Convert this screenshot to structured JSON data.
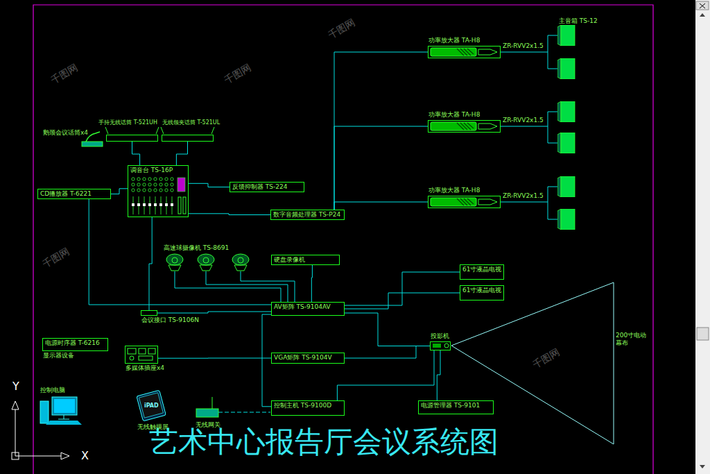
{
  "diagram": {
    "title": "艺术中心报告厅会议系统图",
    "nodes": [
      {
        "text": [
          "手持无线话筒 T-521UH"
        ]
      },
      {
        "text": [
          "无线领夹话筒 T-521UL"
        ]
      },
      {
        "text": [
          "调音台 TS-16P"
        ]
      },
      {
        "text": [
          "CD播放器 T-6221"
        ]
      },
      {
        "text": [
          "反馈抑制器 TS-224"
        ]
      },
      {
        "text": [
          "数字音频处理器 TS-P24"
        ]
      },
      {
        "text": [
          "功率放大器 TA-H8"
        ]
      },
      {
        "text": [
          "功率放大器 TA-H8"
        ]
      },
      {
        "text": [
          "功率放大器 TA-H8"
        ]
      },
      {
        "text": [
          "硬盘录像机"
        ]
      },
      {
        "text": [
          "61寸液晶电视"
        ]
      },
      {
        "text": [
          "61寸液晶电视"
        ]
      },
      {
        "text": [
          "AV矩阵 TS-9104AV"
        ]
      },
      {
        "text": [
          "会议接口 TS-9106N"
        ]
      },
      {
        "text": [
          "电源时序器 T-6216",
          "显示器设备"
        ]
      },
      {
        "text": [
          "多媒体插座x4"
        ]
      },
      {
        "text": [
          "投影机"
        ]
      },
      {
        "text": [
          "VGA矩阵 TS-9104V"
        ]
      },
      {
        "text": [
          "控制主机 TS-9100D"
        ]
      },
      {
        "text": [
          "电源管理器 TS-9101"
        ]
      }
    ],
    "edges": [
      {
        "from": 0,
        "to": 2,
        "arrow": "none"
      },
      {
        "from": 1,
        "to": 2,
        "arrow": "none"
      },
      {
        "from": 3,
        "to": 2,
        "arrow": "none"
      },
      {
        "from": 2,
        "to": 4,
        "arrow": "none"
      },
      {
        "from": 2,
        "to": 5,
        "arrow": "none"
      },
      {
        "from": 5,
        "to": 6,
        "arrow": "none"
      },
      {
        "from": 5,
        "to": 7,
        "arrow": "none"
      },
      {
        "from": 5,
        "to": 8,
        "arrow": "none"
      },
      {
        "from": 9,
        "to": 12,
        "arrow": "none"
      },
      {
        "from": 12,
        "to": 10,
        "arrow": "none"
      },
      {
        "from": 12,
        "to": 11,
        "arrow": "none"
      },
      {
        "from": 12,
        "to": 16,
        "arrow": "none"
      },
      {
        "from": 17,
        "to": 16,
        "arrow": "none"
      },
      {
        "from": 13,
        "to": 12,
        "arrow": "none"
      },
      {
        "from": 2,
        "to": 13,
        "arrow": "none"
      },
      {
        "from": 3,
        "to": 12,
        "arrow": "none"
      },
      {
        "from": 15,
        "to": 17,
        "arrow": "none"
      },
      {
        "from": 19,
        "to": 16,
        "arrow": "none"
      },
      {
        "from": 12,
        "to": 18,
        "arrow": "none"
      },
      {
        "from": 18,
        "to": 16,
        "arrow": "none"
      }
    ],
    "labels": [
      "鹅颈会议话筒x4",
      "主音箱 TS-12",
      "ZR-RVV2x1.5",
      "ZR-RVV2x1.5",
      "ZR-RVV2x1.5",
      "高速球摄像机 TS-8691",
      "200寸电动幕布",
      "控制电脑",
      "iPAD",
      "无线触摸屏",
      "无线网关",
      "Y",
      "X",
      "千图网",
      "千图网",
      "千图网",
      "千图网",
      "千图网"
    ]
  }
}
